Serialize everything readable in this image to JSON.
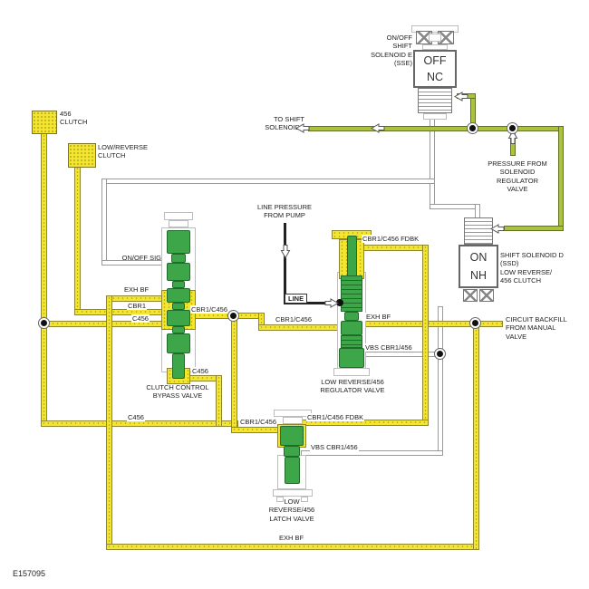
{
  "figure_id": "E157095",
  "colors": {
    "hydraulic_yellow": "#f4e52e",
    "solenoid_feed_green": "#abc23c",
    "spool_green": "#3da648",
    "signal_line_white": "#ffffff",
    "line_pressure_black": "#222222"
  },
  "clutches": {
    "c456": "456\nCLUTCH",
    "low_reverse": "LOW/REVERSE\nCLUTCH"
  },
  "solenoid_e": {
    "label": "ON/OFF\nSHIFT\nSOLENOID E\n(SSE)",
    "state": "OFF",
    "mode": "NC"
  },
  "solenoid_d": {
    "label": "SHIFT SOLENOID D\n(SSD)\nLOW REVERSE/\n456 CLUTCH",
    "state": "ON",
    "mode": "NH"
  },
  "valves": {
    "bypass": "CLUTCH CONTROL\nBYPASS VALVE",
    "regulator": "LOW REVERSE/456\nREGULATOR VALVE",
    "latch": "LOW\nREVERSE/456\nLATCH VALVE"
  },
  "flows": {
    "to_shift_solenoids": "TO SHIFT\nSOLENOIDS",
    "pressure_from_srv": "PRESSURE FROM\nSOLENOID\nREGULATOR\nVALVE",
    "line_pressure": "LINE PRESSURE\nFROM PUMP",
    "circuit_backfill": "CIRCUIT BACKFILL\nFROM MANUAL\nVALVE"
  },
  "ports": {
    "on_off_sig": "ON/OFF SIG",
    "exh_bf": "EXH BF",
    "cbr1": "CBR1",
    "c456": "C456",
    "cbr1_c456": "CBR1/C456",
    "line": "LINE",
    "cbr1_c456_fdbk": "CBR1/C456 FDBK",
    "vbs_cbr1_456": "VBS CBR1/456"
  }
}
